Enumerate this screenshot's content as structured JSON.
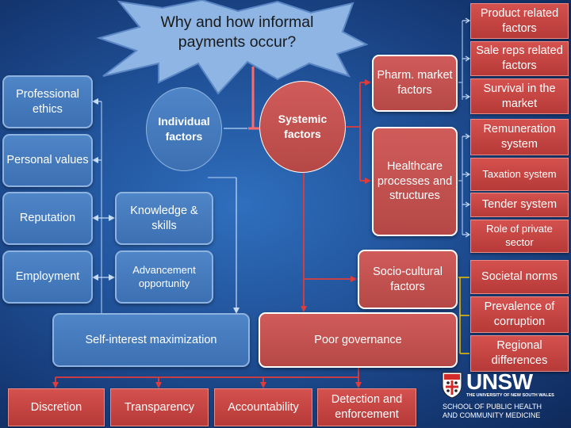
{
  "title": "Why and how informal payments occur?",
  "nodes": {
    "individual": "Individual factors",
    "systemic": "Systemic factors",
    "professional_ethics": "Professional ethics",
    "personal_values": "Personal values",
    "reputation": "Reputation",
    "employment": "Employment",
    "knowledge_skills": "Knowledge & skills",
    "advancement": "Advancement opportunity",
    "self_interest": "Self-interest maximization",
    "pharm_market": "Pharm. market factors",
    "healthcare_processes": "Healthcare processes and structures",
    "socio_cultural": "Socio-cultural factors",
    "poor_governance": "Poor governance",
    "product_related": "Product related factors",
    "sale_reps": "Sale reps related factors",
    "survival_market": "Survival in the market",
    "remuneration": "Remuneration system",
    "taxation": "Taxation system",
    "tender": "Tender system",
    "private_sector": "Role of private sector",
    "societal_norms": "Societal norms",
    "prevalence_corruption": "Prevalence of corruption",
    "regional_differences": "Regional differences",
    "discretion": "Discretion",
    "transparency": "Transparency",
    "accountability": "Accountability",
    "detection": "Detection and enforcement"
  },
  "logo": {
    "name": "UNSW",
    "subtitle": "THE UNIVERSITY OF NEW SOUTH WALES",
    "school_line1": "SCHOOL OF PUBLIC HEALTH",
    "school_line2": "AND COMMUNITY MEDICINE"
  },
  "colors": {
    "background": "#1f4f95",
    "blue_box": "#4a7fc1",
    "red_box": "#c0504d",
    "connector_red": "#e03c3c",
    "connector_light": "#9ec0ea",
    "connector_yellow": "#f2c000"
  }
}
